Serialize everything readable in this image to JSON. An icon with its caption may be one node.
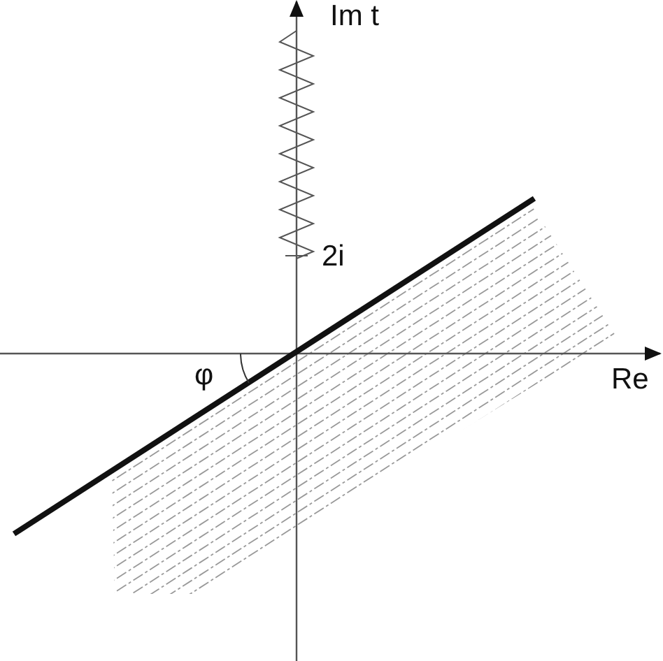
{
  "diagram": {
    "labels": [
      "Im t",
      "2i",
      "φ",
      "Re"
    ]
  }
}
